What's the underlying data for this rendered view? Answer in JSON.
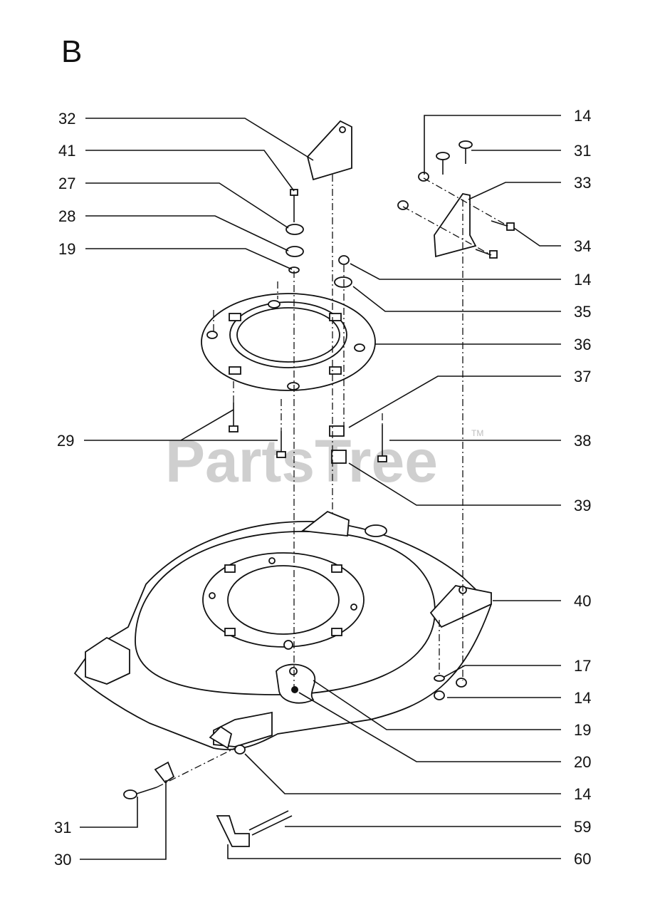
{
  "section_letter": "B",
  "watermark": {
    "text": "PartsTree",
    "trademark": "TM"
  },
  "callouts_left": [
    "32",
    "41",
    "27",
    "28",
    "19",
    "29",
    "31",
    "30"
  ],
  "callouts_right": [
    "14",
    "31",
    "33",
    "34",
    "14",
    "35",
    "36",
    "37",
    "38",
    "39",
    "40",
    "17",
    "14",
    "19",
    "20",
    "14",
    "59",
    "60"
  ]
}
